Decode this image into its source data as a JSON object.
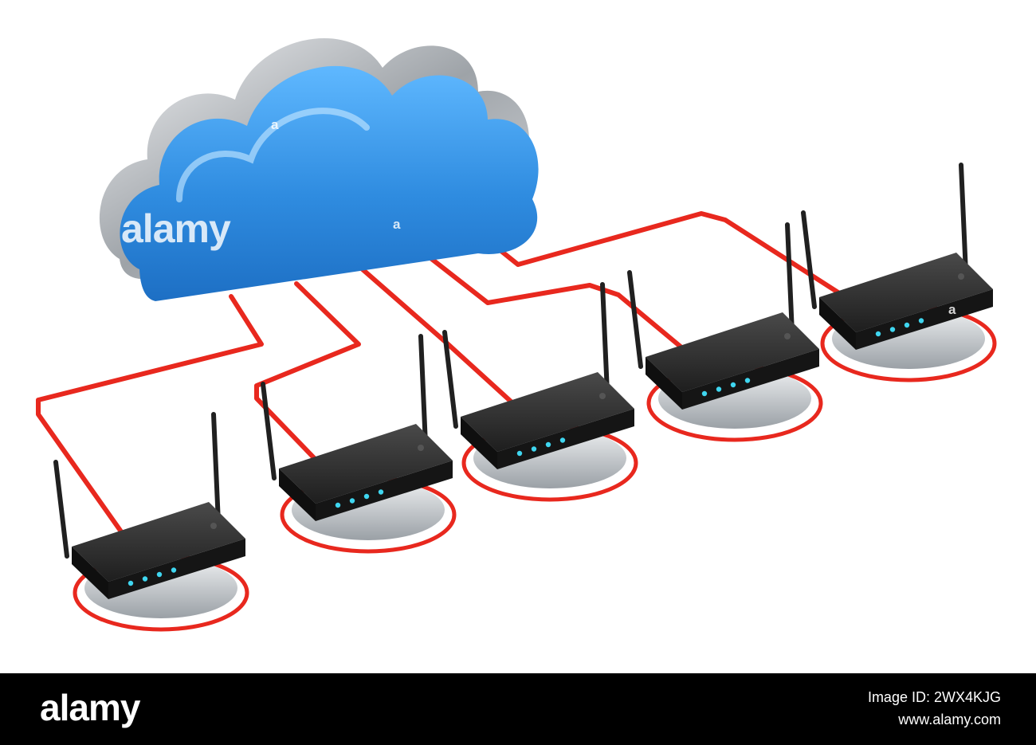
{
  "scene": {
    "subject": "cloud-connected-routers",
    "router_count": 5,
    "colors": {
      "cloud_blue": "#2f8ce0",
      "cloud_rim": "#b9bcc0",
      "cable_red": "#e8281e",
      "router_body": "#2a2a2a",
      "led_cyan": "#3fd6f0",
      "base_silver": "#cfd3d8",
      "footer_bg": "#000000"
    }
  },
  "watermark": {
    "overlay_text": "alamy",
    "overlay_letter": "a"
  },
  "footer": {
    "logo": "alamy",
    "image_id_line": "Image ID: 2WX4KJG",
    "url": "www.alamy.com"
  }
}
